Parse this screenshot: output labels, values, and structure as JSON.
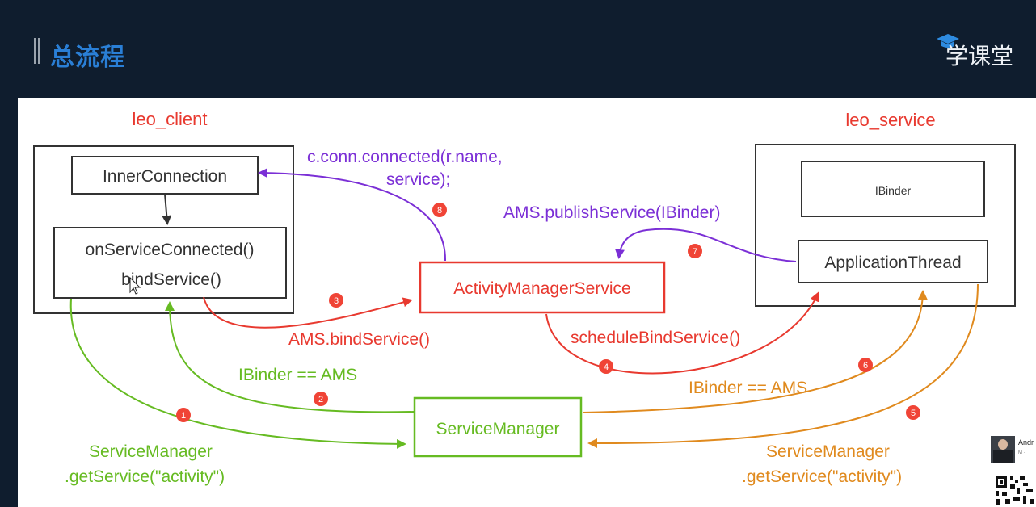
{
  "header": {
    "title": "总流程",
    "brand": "学课堂"
  },
  "diagram": {
    "client_label": "leo_client",
    "service_label": "leo_service",
    "boxes": {
      "inner_connection": "InnerConnection",
      "on_service_connected": "onServiceConnected()",
      "bind_service": "bindService()",
      "ams": "ActivityManagerService",
      "ibinder": "IBinder",
      "application_thread": "ApplicationThread",
      "service_manager": "ServiceManager"
    },
    "labels": {
      "conn_connected_1": "c.conn.connected(r.name,",
      "conn_connected_2": "service);",
      "publish_service": "AMS.publishService(IBinder)",
      "ams_bind_service": "AMS.bindService()",
      "schedule_bind_service": "scheduleBindService()",
      "ibinder_ams_left": "IBinder == AMS",
      "ibinder_ams_right": "IBinder == AMS",
      "get_service_left_1": "ServiceManager",
      "get_service_left_2": ".getService(\"activity\")",
      "get_service_right_1": "ServiceManager",
      "get_service_right_2": ".getService(\"activity\")"
    },
    "steps": [
      "1",
      "2",
      "3",
      "4",
      "5",
      "6",
      "7",
      "8"
    ],
    "colors": {
      "red": "#e8392f",
      "purple": "#7b2fd6",
      "green": "#66bb22",
      "orange": "#e08a1e",
      "box": "#333333",
      "badge": "#f04436"
    }
  },
  "presenter": {
    "name": "Andr",
    "subtitle": "M ·"
  }
}
